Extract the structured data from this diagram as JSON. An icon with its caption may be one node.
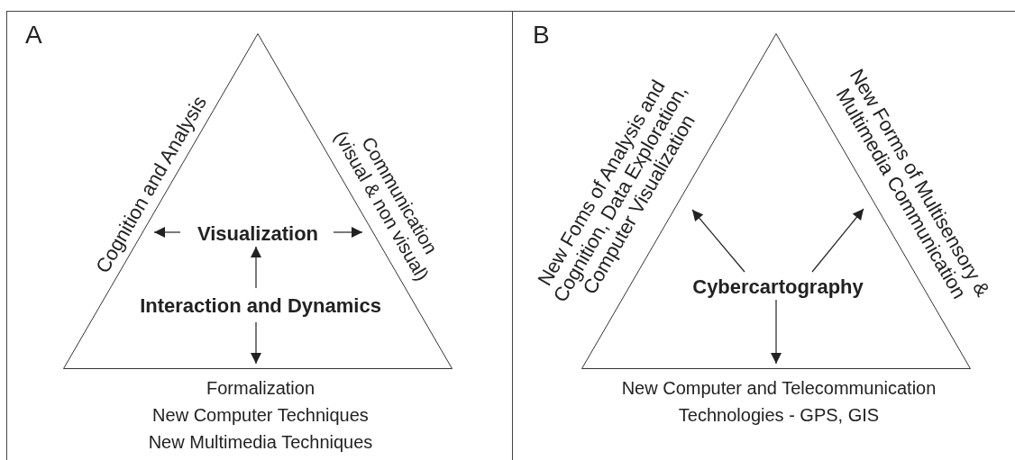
{
  "diagram": {
    "nodes": [
      {
        "text": [
          "A"
        ]
      },
      {
        "text": [],
        "shape": "triangle",
        "in": 0
      },
      {
        "text": [
          "Cognition and Analysis"
        ],
        "in": 0
      },
      {
        "text": [
          "Communication (visual & non visual)"
        ],
        "in": 0
      },
      {
        "text": [
          "Visualization"
        ],
        "in": 1
      },
      {
        "text": [
          "Interaction and Dynamics"
        ],
        "in": 1
      },
      {
        "text": [
          "Formalization",
          "New Computer Techniques",
          "New Multimedia Techniques"
        ],
        "in": 0
      },
      {
        "text": [
          "B"
        ]
      },
      {
        "text": [],
        "shape": "triangle",
        "in": 7
      },
      {
        "text": [
          "New Foms of Analysis and Cognition, Data Exploration, Computer Visualization"
        ],
        "in": 7
      },
      {
        "text": [
          "New Forms of Multisensory & Multimedia Communication"
        ],
        "in": 7
      },
      {
        "text": [
          "Cybercartography"
        ],
        "in": 8
      },
      {
        "text": [
          "New Computer and Telecommunication Technologies - GPS, GIS"
        ],
        "in": 7
      }
    ],
    "edges": [
      {
        "from": 4,
        "to": 2,
        "arrow": "to"
      },
      {
        "from": 4,
        "to": 3,
        "arrow": "to"
      },
      {
        "from": 5,
        "to": 4,
        "arrow": "to"
      },
      {
        "from": 5,
        "to": 6,
        "arrow": "to"
      },
      {
        "from": 11,
        "to": 9,
        "arrow": "to"
      },
      {
        "from": 11,
        "to": 10,
        "arrow": "to"
      },
      {
        "from": 11,
        "to": 12,
        "arrow": "to"
      }
    ]
  }
}
